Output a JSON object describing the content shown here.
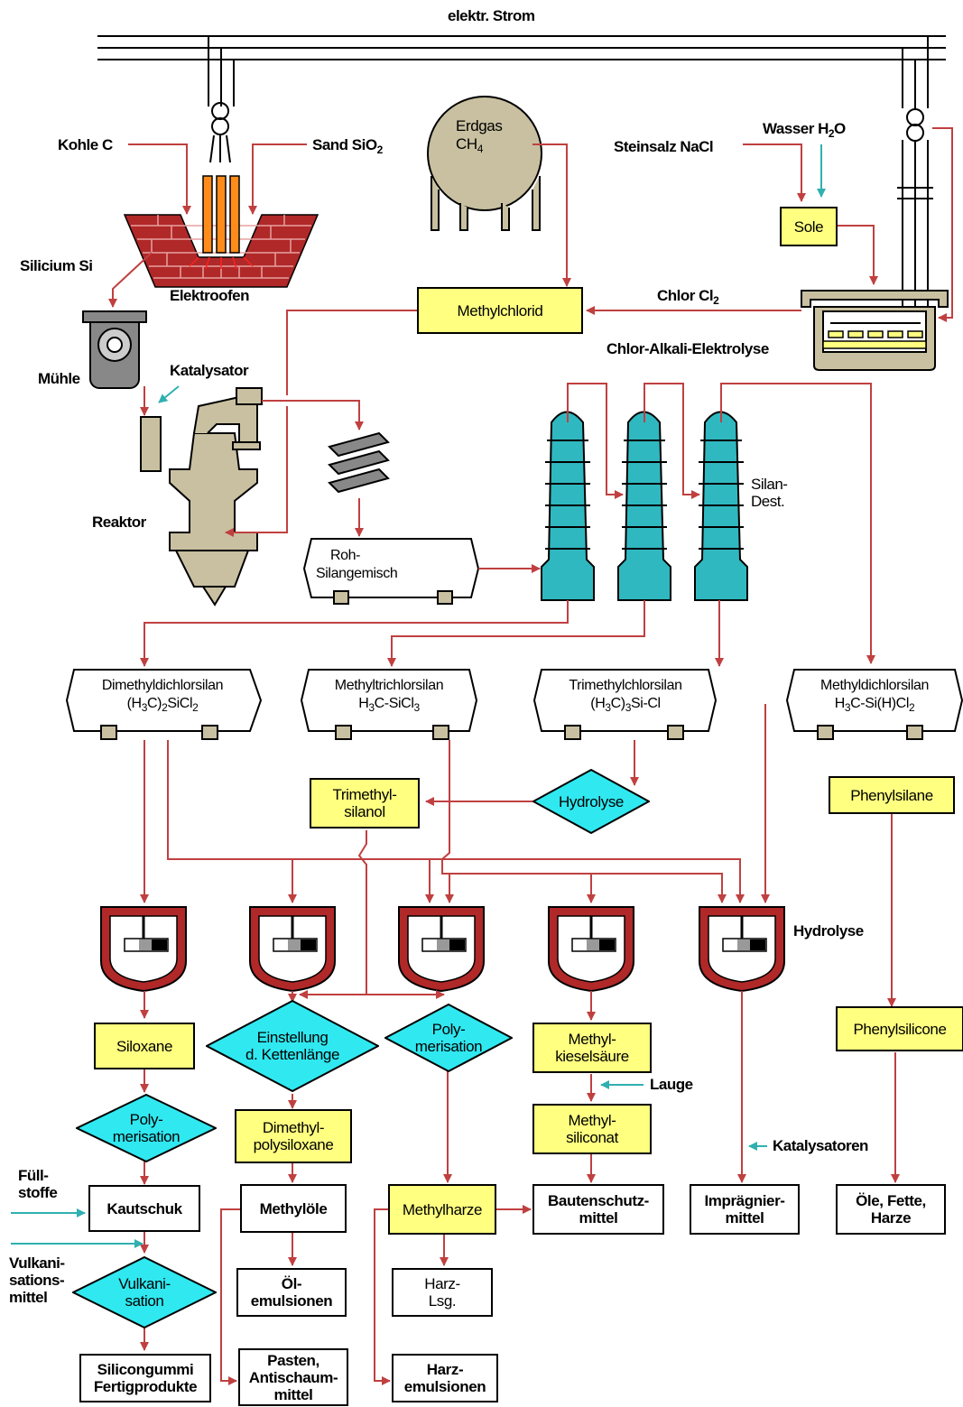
{
  "header": {
    "power": "elektr. Strom"
  },
  "inputs": {
    "coal": "Kohle C",
    "sand": "Sand SiO",
    "sand_sub": "2",
    "silicon": "Silicium Si",
    "furnace": "Elektroofen",
    "mill": "Mühle",
    "catalyst": "Katalysator",
    "reactor": "Reaktor",
    "gas_line1": "Erdgas",
    "gas_line2": "CH",
    "gas_sub": "4",
    "salt": "Steinsalz NaCl",
    "water": "Wasser H",
    "water_sub": "2",
    "water_end": "O",
    "brine": "Sole",
    "chlorine": "Chlor Cl",
    "chlorine_sub": "2",
    "electrolysis": "Chlor-Alkali-Elektrolyse",
    "methylchloride": "Methylchlorid"
  },
  "distillation": {
    "raw_line1": "Roh-",
    "raw_line2": "Silangemisch",
    "silan_line1": "Silan-",
    "silan_line2": "Dest."
  },
  "silanes": {
    "dimethyl_name": "Dimethyldichlorsilan",
    "dimethyl_formula": "(H3C)2SiCl2",
    "methyltri_name": "Methyltrichlorsilan",
    "methyltri_formula": "H3C-SiCl3",
    "trimethyl_name": "Trimethylchlorsilan",
    "trimethyl_formula": "(H3C)3Si-Cl",
    "methyldi_name": "Methyldichlorsilan",
    "methyldi_formula": "H3C-Si(H)Cl2"
  },
  "middle": {
    "trimethylsilanol_1": "Trimethyl-",
    "trimethylsilanol_2": "silanol",
    "hydrolysis": "Hydrolyse",
    "phenylsilane": "Phenylsilane",
    "hydrolysis_label": "Hydrolyse"
  },
  "products": {
    "siloxane": "Siloxane",
    "polymer_1": "Poly-",
    "polymer_2": "merisation",
    "chain_1": "Einstellung",
    "chain_2": "d. Kettenlänge",
    "methylkiesel_1": "Methyl-",
    "methylkiesel_2": "kieselsäure",
    "lauge": "Lauge",
    "silikonat_1": "Methyl-",
    "silikonat_2": "siliconat",
    "phenylsilicone": "Phenylsilicone",
    "dimethylpoly_1": "Dimethyl-",
    "dimethylpoly_2": "polysiloxane",
    "katalysatoren": "Katalysatoren",
    "fillers_1": "Füll-",
    "fillers_2": "stoffe",
    "kautschuk": "Kautschuk",
    "methyloele": "Methylöle",
    "methylharze": "Methylharze",
    "bautenschutz_1": "Bautenschutz-",
    "bautenschutz_2": "mittel",
    "impraegnier_1": "Imprägnier-",
    "impraegnier_2": "mittel",
    "oele_1": "Öle, Fette,",
    "oele_2": "Harze",
    "vulk_agent_1": "Vulkani-",
    "vulk_agent_2": "sations-",
    "vulk_agent_3": "mittel",
    "vulk_1": "Vulkani-",
    "vulk_2": "sation",
    "oelemuls_1": "Öl-",
    "oelemuls_2": "emulsionen",
    "harzlsg_1": "Harz-",
    "harzlsg_2": "Lsg.",
    "siliconegummi_1": "Silicongummi",
    "siliconegummi_2": "Fertigprodukte",
    "pasten_1": "Pasten,",
    "pasten_2": "Antischaum-",
    "pasten_3": "mittel",
    "harzemuls_1": "Harz-",
    "harzemuls_2": "emulsionen"
  },
  "colors": {
    "arrow": "#c04040",
    "feed": "#30b0b0",
    "yellow": "#ffff80",
    "teal": "#30b8c0",
    "brick": "#b02828",
    "machine": "#c8c0a0"
  }
}
